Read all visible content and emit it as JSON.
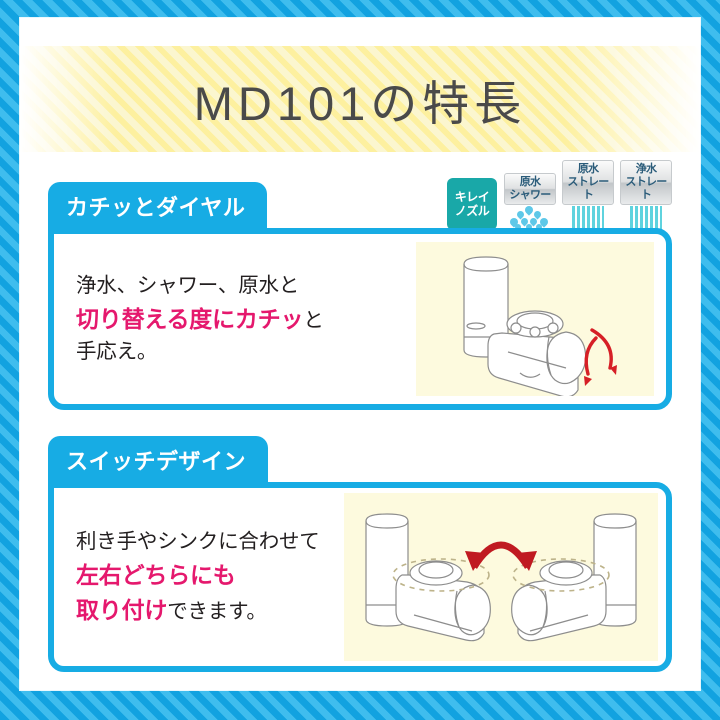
{
  "page": {
    "title": "MD101の特長",
    "accent_blue": "#17ace4",
    "frame_blue": "#17a8e3",
    "highlight_pink": "#e5186d",
    "title_band_yellow": "#fdf09f",
    "illustration_bg": "#fdfade"
  },
  "badges": [
    {
      "name": "kirei-nozzle",
      "style": "teal",
      "line1": "キレイ",
      "line2": "ノズル",
      "art": "none",
      "color": "#19a8a8"
    },
    {
      "name": "gensui-shower",
      "style": "label",
      "line1": "原水",
      "line2": "シャワー",
      "art": "shower-droplets",
      "color": "#5ec8e8"
    },
    {
      "name": "gensui-straight",
      "style": "label",
      "line1": "原水",
      "line2": "ストレート",
      "art": "straight-stream",
      "color": "#5fd3de"
    },
    {
      "name": "josui-straight",
      "style": "label",
      "line1": "浄水",
      "line2": "ストレート",
      "art": "straight-stream",
      "color": "#5fd3de"
    }
  ],
  "features": [
    {
      "tab_label": "カチッとダイヤル",
      "lines": [
        {
          "plain": "浄水、シャワー、原水と"
        },
        {
          "highlight": "切り替える度にカチッ",
          "trailing": "と"
        },
        {
          "plain": "手応え。"
        }
      ],
      "illustration": "faucet-filter-dial-rotation"
    },
    {
      "tab_label": "スイッチデザイン",
      "lines": [
        {
          "plain": "利き手やシンクに合わせて"
        },
        {
          "highlight": "左右どちらにも"
        },
        {
          "highlight": "取り付け",
          "trailing": "できます。"
        }
      ],
      "illustration": "faucet-filter-left-right-mount"
    }
  ]
}
